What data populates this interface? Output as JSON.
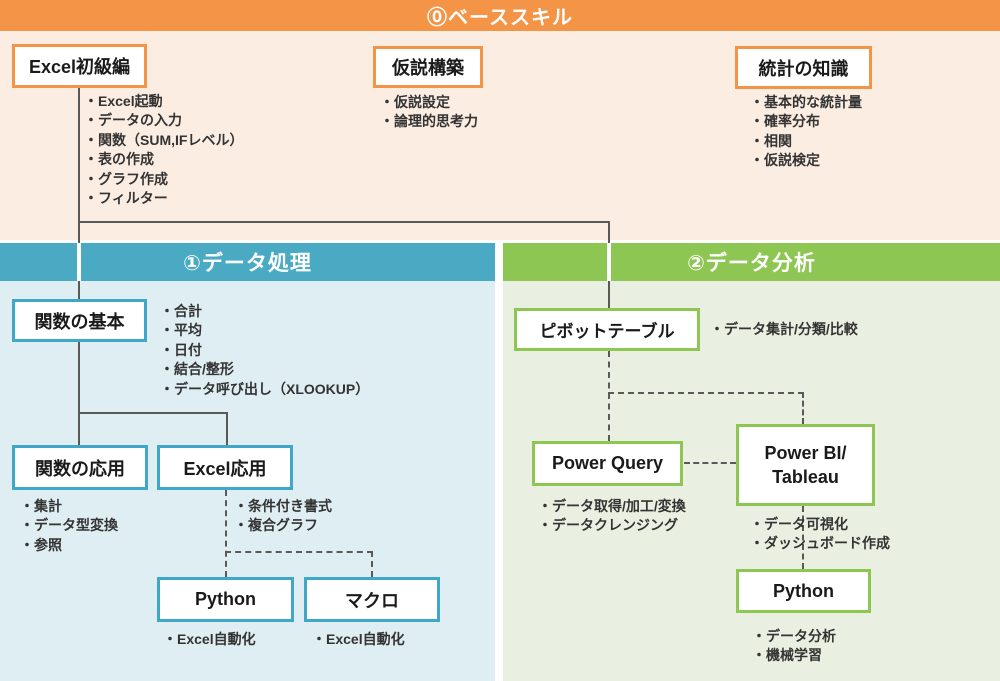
{
  "colors": {
    "orange": "#F49446",
    "peach_bg": "#FCEDE2",
    "teal": "#4AAAC4",
    "teal_border": "#3FA8C8",
    "blue_bg": "#DFEEF3",
    "green": "#8DC653",
    "green_bg": "#EAF0E1",
    "line": "#595959"
  },
  "sections": {
    "base": {
      "header": "⓪ベーススキル",
      "boxes": {
        "excel_beginner": {
          "label": "Excel初級編",
          "items": [
            "・Excel起動",
            "・データの入力",
            "・関数（SUM,IFレベル）",
            "・表の作成",
            "・グラフ作成",
            "・フィルター"
          ]
        },
        "hypothesis": {
          "label": "仮説構築",
          "items": [
            "・仮説設定",
            "・論理的思考力"
          ]
        },
        "statistics": {
          "label": "統計の知識",
          "items": [
            "・基本的な統計量",
            "・確率分布",
            "・相関",
            "・仮説検定"
          ]
        }
      }
    },
    "processing": {
      "header": "①データ処理",
      "boxes": {
        "func_basic": {
          "label": "関数の基本",
          "items": [
            "・合計",
            "・平均",
            "・日付",
            "・結合/整形",
            "・データ呼び出し（XLOOKUP）"
          ]
        },
        "func_advanced": {
          "label": "関数の応用",
          "items": [
            "・集計",
            "・データ型変換",
            "・参照"
          ]
        },
        "excel_advanced": {
          "label": "Excel応用",
          "items": [
            "・条件付き書式",
            "・複合グラフ"
          ]
        },
        "python": {
          "label": "Python",
          "items": [
            "・Excel自動化"
          ]
        },
        "macro": {
          "label": "マクロ",
          "items": [
            "・Excel自動化"
          ]
        }
      }
    },
    "analysis": {
      "header": "②データ分析",
      "boxes": {
        "pivot_table": {
          "label": "ピボットテーブル",
          "items": [
            "・データ集計/分類/比較"
          ]
        },
        "power_query": {
          "label": "Power Query",
          "items": [
            "・データ取得/加工/変換",
            "・データクレンジング"
          ]
        },
        "power_bi_tableau": {
          "label_line1": "Power BI/",
          "label_line2": "Tableau",
          "items": [
            "・データ可視化",
            "・ダッシュボード作成"
          ]
        },
        "python": {
          "label": "Python",
          "items": [
            "・データ分析",
            "・機械学習"
          ]
        }
      }
    }
  }
}
